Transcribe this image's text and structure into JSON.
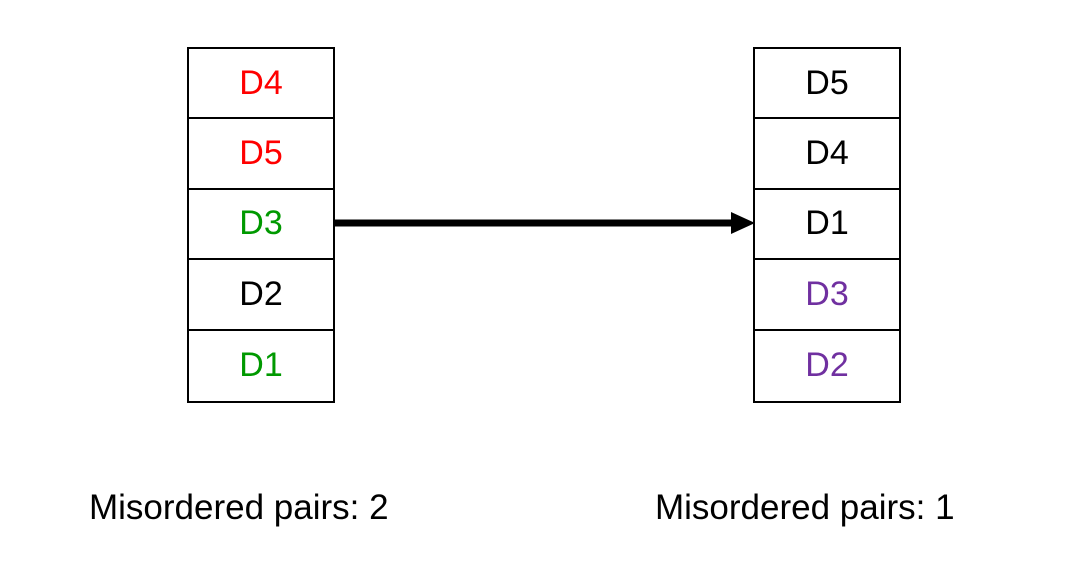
{
  "left_list": {
    "items": [
      {
        "label": "D4",
        "color": "#ff0000"
      },
      {
        "label": "D5",
        "color": "#ff0000"
      },
      {
        "label": "D3",
        "color": "#009900"
      },
      {
        "label": "D2",
        "color": "#000000"
      },
      {
        "label": "D1",
        "color": "#009900"
      }
    ],
    "caption": "Misordered pairs: 2"
  },
  "right_list": {
    "items": [
      {
        "label": "D5",
        "color": "#000000"
      },
      {
        "label": "D4",
        "color": "#000000"
      },
      {
        "label": "D1",
        "color": "#000000"
      },
      {
        "label": "D3",
        "color": "#7030a0"
      },
      {
        "label": "D2",
        "color": "#7030a0"
      }
    ],
    "caption": "Misordered pairs: 1"
  }
}
